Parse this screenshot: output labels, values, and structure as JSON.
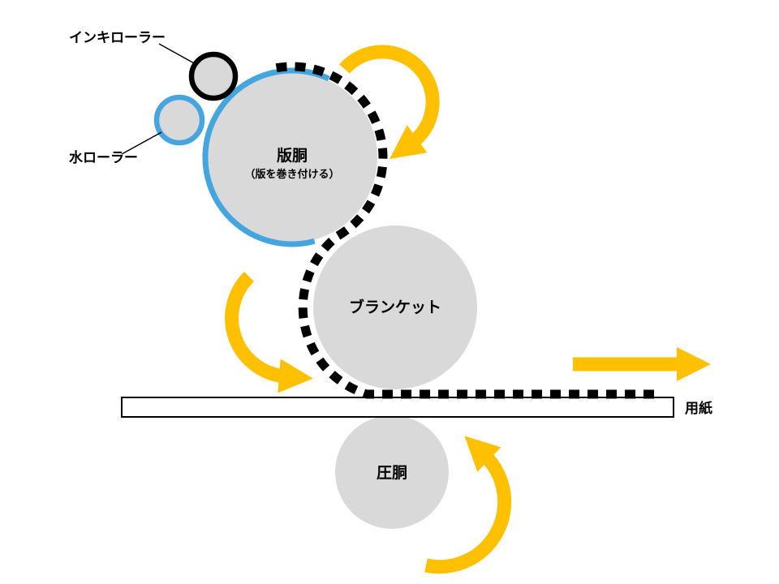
{
  "diagram": {
    "labels": {
      "ink_roller": "インキローラー",
      "water_roller": "水ローラー",
      "plate_cylinder": "版胴",
      "plate_cylinder_sub": "（版を巻き付ける）",
      "blanket": "ブランケット",
      "impression_cylinder": "圧胴",
      "paper": "用紙"
    },
    "colors": {
      "accent_yellow": "#FFC000",
      "accent_blue": "#45A5DE",
      "roller_gray": "#D9D9D9",
      "outline_black": "#000000"
    }
  }
}
